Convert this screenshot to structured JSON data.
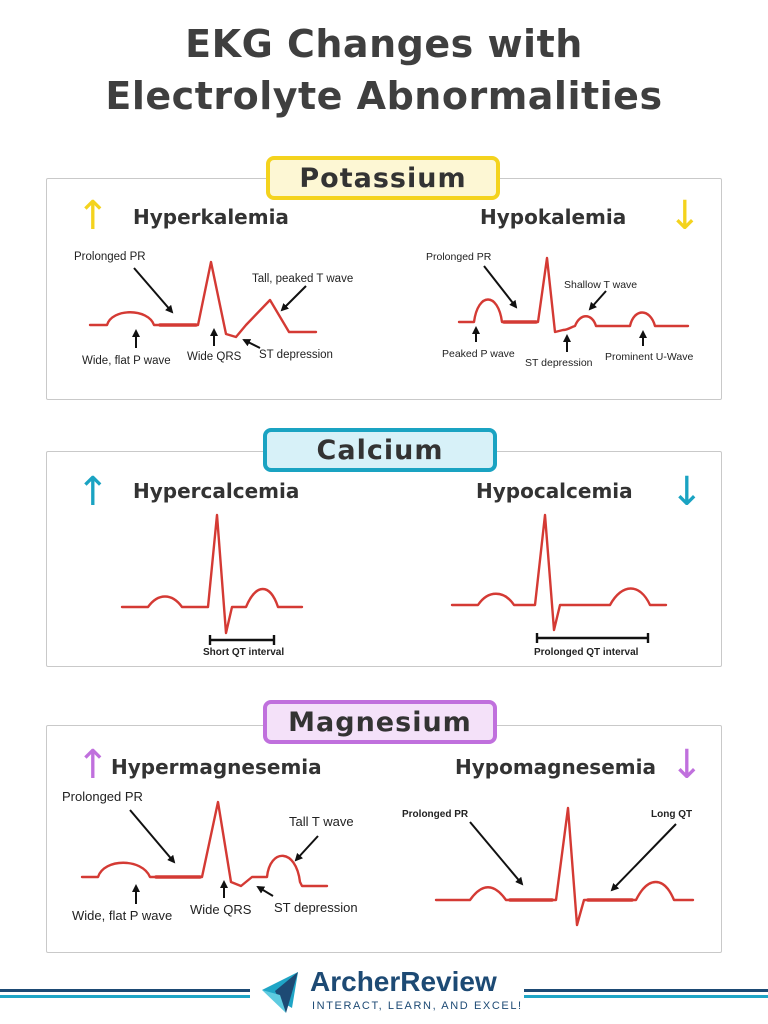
{
  "title": {
    "line1": "EKG Changes with",
    "line2": "Electrolyte Abnormalities"
  },
  "colors": {
    "potassium": "#f4d31e",
    "calcium": "#1aa3c2",
    "magnesium": "#c070dd",
    "wave": "#d43a34"
  },
  "potassium": {
    "badge": "Potassium",
    "hyper": {
      "name": "Hyperkalemia",
      "arrow": "↑",
      "labels": {
        "pr": "Prolonged PR",
        "t": "Tall, peaked T wave",
        "p": "Wide, flat P wave",
        "qrs": "Wide QRS",
        "st": "ST depression"
      }
    },
    "hypo": {
      "name": "Hypokalemia",
      "arrow": "↓",
      "labels": {
        "pr": "Prolonged PR",
        "t": "Shallow T wave",
        "p": "Peaked P wave",
        "st": "ST depression",
        "u": "Prominent U-Wave"
      }
    }
  },
  "calcium": {
    "badge": "Calcium",
    "hyper": {
      "name": "Hypercalcemia",
      "arrow": "↑",
      "qt": "Short QT interval"
    },
    "hypo": {
      "name": "Hypocalcemia",
      "arrow": "↓",
      "qt": "Prolonged QT interval"
    }
  },
  "magnesium": {
    "badge": "Magnesium",
    "hyper": {
      "name": "Hypermagnesemia",
      "arrow": "↑",
      "labels": {
        "pr": "Prolonged PR",
        "t": "Tall T wave",
        "p": "Wide, flat P wave",
        "qrs": "Wide QRS",
        "st": "ST depression"
      }
    },
    "hypo": {
      "name": "Hypomagnesemia",
      "arrow": "↓",
      "labels": {
        "pr": "Prolonged PR",
        "qt": "Long QT"
      }
    }
  },
  "brand": {
    "name": "ArcherReview",
    "tagline": "INTERACT, LEARN, AND EXCEL!"
  }
}
